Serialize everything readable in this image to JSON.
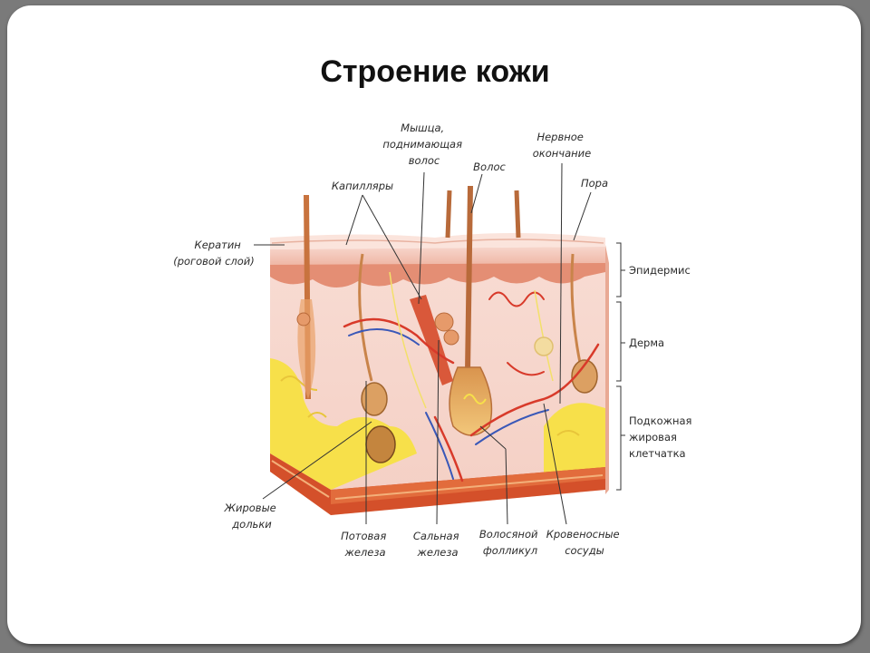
{
  "title": "Строение кожи",
  "labels": {
    "muscle": [
      "Мышца,",
      "поднимающая",
      "волос"
    ],
    "hair": [
      "Волос"
    ],
    "nerve": [
      "Нервное",
      "окончание"
    ],
    "capillaries": [
      "Капилляры"
    ],
    "pore": [
      "Пора"
    ],
    "keratin": [
      "Кератин",
      "(роговой слой)"
    ],
    "fat_lobules": [
      "Жировые",
      "дольки"
    ],
    "sweat_gland": [
      "Потовая",
      "железа"
    ],
    "sebaceous_gland": [
      "Сальная",
      "железа"
    ],
    "hair_follicle": [
      "Волосяной",
      "фолликул"
    ],
    "blood_vessels": [
      "Кровеносные",
      "сосуды"
    ]
  },
  "layers": {
    "epidermis": "Эпидермис",
    "dermis": "Дерма",
    "subcutaneous": [
      "Подкожная",
      "жировая",
      "клетчатка"
    ]
  }
}
